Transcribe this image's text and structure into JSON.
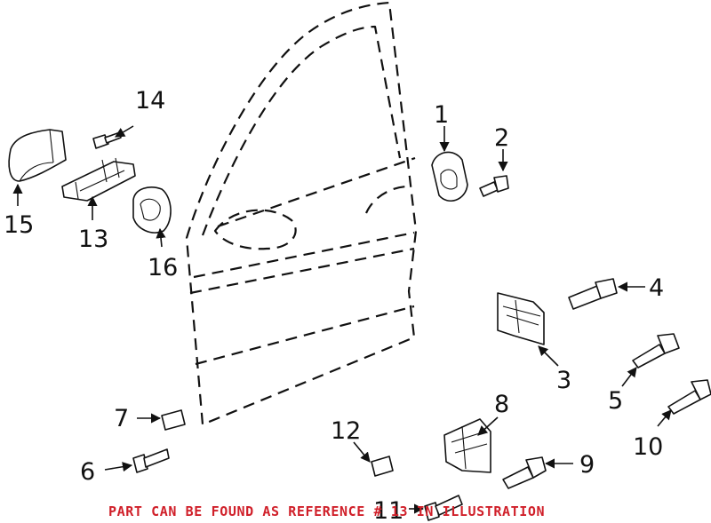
{
  "diagram": {
    "callouts": [
      "1",
      "2",
      "3",
      "4",
      "5",
      "6",
      "7",
      "8",
      "9",
      "10",
      "11",
      "12",
      "13",
      "14",
      "15",
      "16"
    ],
    "footnote": "PART CAN BE FOUND AS REFERENCE # 13 IN ILLUSTRATION",
    "colors": {
      "ink": "#111111",
      "footnote": "#d0202a",
      "background": "#ffffff"
    }
  }
}
